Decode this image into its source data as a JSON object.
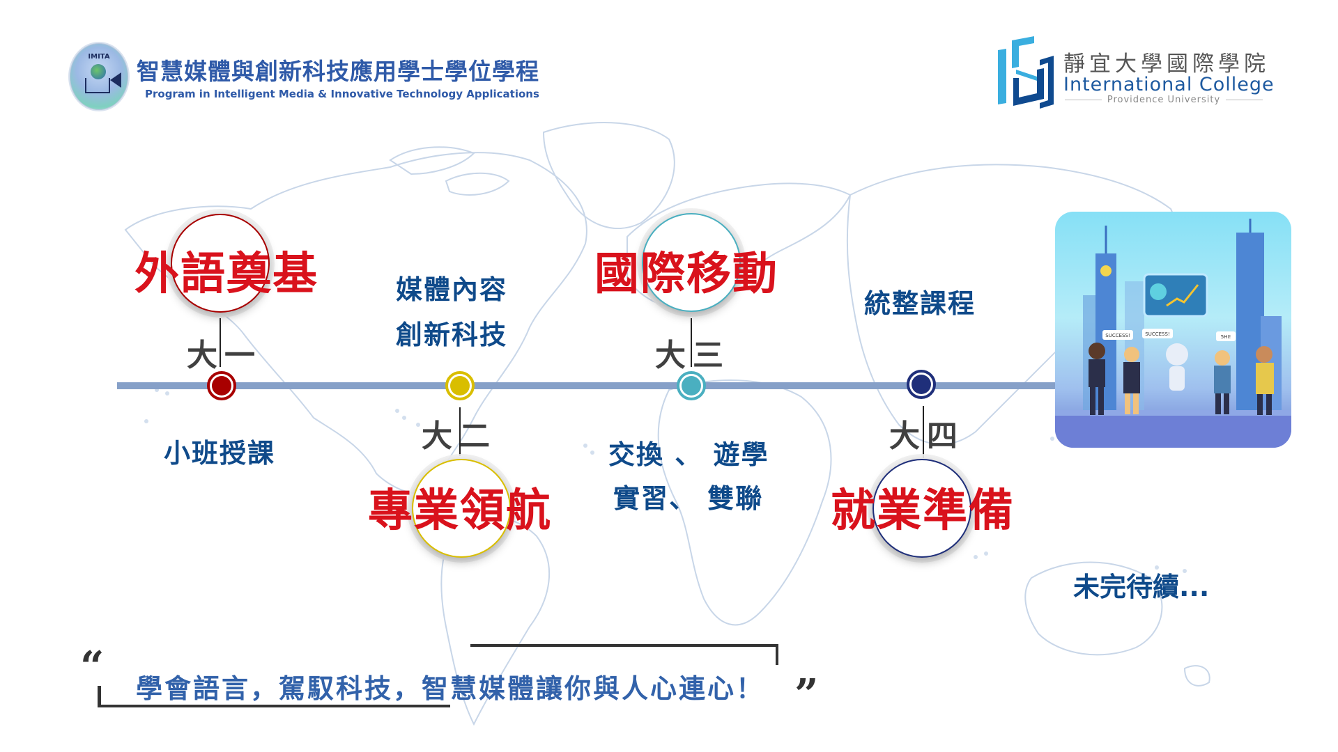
{
  "header": {
    "program_logo_label": "IMITA",
    "program_title_zh": "智慧媒體與創新科技應用學士學位學程",
    "program_title_en": "Program in Intelligent Media & Innovative Technology Applications",
    "college_name_zh": "靜宜大學國際學院",
    "college_name_en": "International College",
    "university_name_en": "Providence University"
  },
  "timeline": {
    "stages": [
      {
        "year": [
          "大",
          "一"
        ],
        "title": "外語奠基",
        "detail_lines": [
          "小班授課"
        ],
        "color": "#a80000"
      },
      {
        "year": [
          "大",
          "二"
        ],
        "title": "專業領航",
        "detail_lines": [
          "媒體內容",
          "創新科技"
        ],
        "color": "#d9be00"
      },
      {
        "year": [
          "大",
          "三"
        ],
        "title": "國際移動",
        "detail_lines": [
          "交換 、 遊學",
          "實習、 雙聯"
        ],
        "color": "#4aafc0"
      },
      {
        "year": [
          "大",
          "四"
        ],
        "title": "就業準備",
        "detail_lines": [
          "統整課程"
        ],
        "color": "#1f2f7a"
      }
    ],
    "line_color": "#86a0c8"
  },
  "illustration": {
    "bubbles": [
      "SUCCESS!",
      "SUCCESS!",
      "5HI!"
    ]
  },
  "to_be_continued": "未完待續...",
  "quote": {
    "open_mark": "“",
    "text": "學會語言，駕馭科技，智慧媒體讓你與人心連心！",
    "close_mark": "”"
  },
  "colors": {
    "title_red": "#d9121c",
    "text_blue": "#0f4a8a",
    "quote_blue": "#3262aa",
    "map_outline": "#c8d6e8"
  }
}
